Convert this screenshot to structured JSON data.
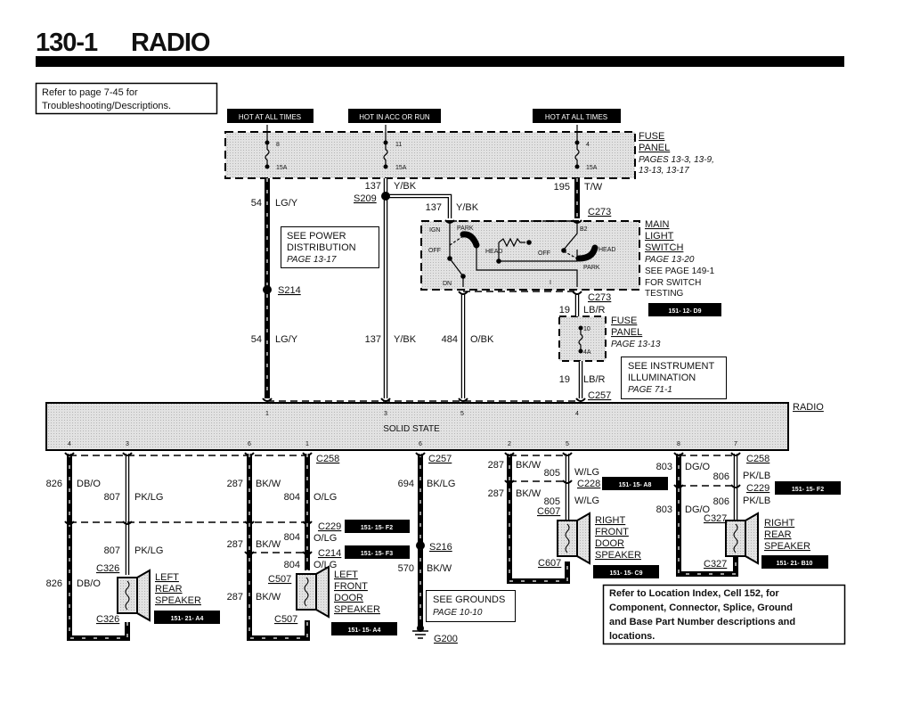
{
  "header": {
    "section": "130-1",
    "title": "RADIO"
  },
  "refer_note": {
    "line1": "Refer to page 7-45 for",
    "line2": "Troubleshooting/Descriptions."
  },
  "power_labels": [
    "HOT AT ALL TIMES",
    "HOT IN ACC OR RUN",
    "HOT AT ALL TIMES"
  ],
  "fuse_panel": {
    "title1": "FUSE",
    "title2": "PANEL",
    "pages1": "PAGES 13-3, 13-9,",
    "pages2": "13-13, 13-17",
    "fuses": [
      {
        "number": "8",
        "rating": "15A"
      },
      {
        "number": "11",
        "rating": "15A"
      },
      {
        "number": "4",
        "rating": "15A"
      }
    ]
  },
  "fuse_panel_2": {
    "title1": "FUSE",
    "title2": "PANEL",
    "page": "PAGE 13-13",
    "number": "10",
    "rating": "4A"
  },
  "main_light_switch": {
    "title1": "MAIN",
    "title2": "LIGHT",
    "title3": "SWITCH",
    "page": "PAGE 13-20",
    "note1": "SEE PAGE 149-1",
    "note2": "FOR SWITCH",
    "note3": "TESTING",
    "tag": "151-  12-  D9",
    "terminals": {
      "ign": "IGN",
      "park": "PARK",
      "off": "OFF",
      "head": "HEAD",
      "dn": "DN",
      "b2": "B2",
      "off2": "OFF",
      "head2": "HEAD",
      "park2": "PARK",
      "i": "I"
    }
  },
  "notes": {
    "power": {
      "line1": "SEE POWER",
      "line2": "DISTRIBUTION",
      "line3": "PAGE 13-17"
    },
    "illumination": {
      "line1": "SEE INSTRUMENT",
      "line2": "ILLUMINATION",
      "line3": "PAGE 71-1"
    },
    "grounds": {
      "line1": "SEE GROUNDS",
      "line2": "PAGE 10-10"
    },
    "location": {
      "line1": "Refer to Location Index, Cell 152, for",
      "line2": "Component, Connector, Splice, Ground",
      "line3": "and Base Part Number descriptions and",
      "line4": "locations."
    }
  },
  "radio": {
    "label": "RADIO",
    "type": "SOLID STATE",
    "top_pins": [
      "1",
      "3",
      "5",
      "4"
    ],
    "bottom_pins": [
      "4",
      "3",
      "6",
      "1",
      "6",
      "2",
      "5",
      "8",
      "7"
    ]
  },
  "wires": {
    "w54": {
      "circuit": "54",
      "color": "LG/Y"
    },
    "w137": {
      "circuit": "137",
      "color": "Y/BK"
    },
    "w195": {
      "circuit": "195",
      "color": "T/W"
    },
    "w484": {
      "circuit": "484",
      "color": "O/BK"
    },
    "w19": {
      "circuit": "19",
      "color": "LB/R"
    },
    "w826": {
      "circuit": "826",
      "color": "DB/O"
    },
    "w807": {
      "circuit": "807",
      "color": "PK/LG"
    },
    "w287": {
      "circuit": "287",
      "color": "BK/W"
    },
    "w804": {
      "circuit": "804",
      "color": "O/LG"
    },
    "w694": {
      "circuit": "694",
      "color": "BK/LG"
    },
    "w570": {
      "circuit": "570",
      "color": "BK/W"
    },
    "w805": {
      "circuit": "805",
      "color": "W/LG"
    },
    "w803": {
      "circuit": "803",
      "color": "DG/O"
    },
    "w806": {
      "circuit": "806",
      "color": "PK/LB"
    }
  },
  "connectors": {
    "c273": "C273",
    "c257": "C257",
    "c258": "C258",
    "c229": "C229",
    "c214": "C214",
    "c228": "C228",
    "c326": "C326",
    "c507": "C507",
    "c607": "C607",
    "c327": "C327"
  },
  "splices": {
    "s209": "S209",
    "s214": "S214",
    "s216": "S216"
  },
  "ground": "G200",
  "speakers": {
    "left_rear": {
      "l1": "LEFT",
      "l2": "REAR",
      "l3": "SPEAKER",
      "tag": "151-  21-  A4"
    },
    "left_front": {
      "l1": "LEFT",
      "l2": "FRONT",
      "l3": "DOOR",
      "l4": "SPEAKER",
      "tag": "151-  15-  A4"
    },
    "right_front": {
      "l1": "RIGHT",
      "l2": "FRONT",
      "l3": "DOOR",
      "l4": "SPEAKER",
      "tag": "151-  15-  C9"
    },
    "right_rear": {
      "l1": "RIGHT",
      "l2": "REAR",
      "l3": "SPEAKER",
      "tag": "151-  21- B10"
    }
  },
  "location_tags": {
    "c229_left": "151-  15-  F2",
    "c214": "151-  15-  F3",
    "c228": "151-  15-  A8",
    "c229_right": "151-  15-  F2"
  }
}
